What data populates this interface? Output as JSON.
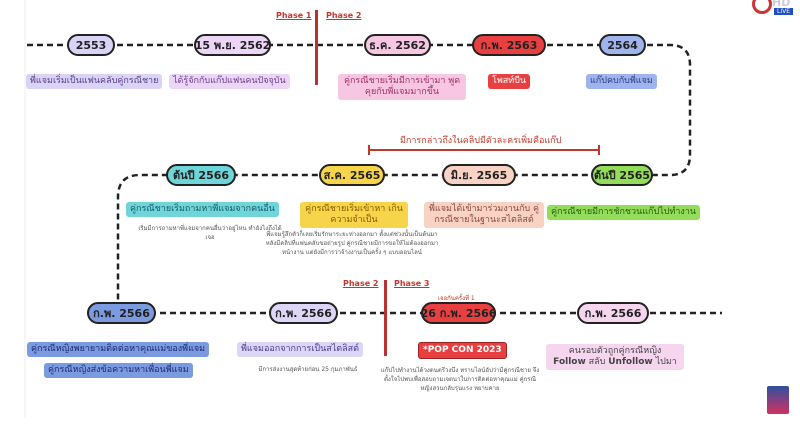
{
  "phases": {
    "p1": "Phase 1",
    "p2_top": "Phase 2",
    "p2_bottom": "Phase 2",
    "p3": "Phase 3"
  },
  "bracket_label": "มีการกล่าวถึงในคลิปมีตัวละครเพิ่มคือแก๊ป",
  "first_meet_label": "เจอกันครั้งที่ 1",
  "row1": [
    {
      "date": "2553",
      "label": "พี่แจมเริ่มเป็นแฟนคลับคู่กรณีชาย"
    },
    {
      "date": "15 พ.ย. 2562",
      "label": "ได้รู้จักกับแก๊ปแฟนคนปัจจุบัน"
    },
    {
      "date": "ธ.ค. 2562",
      "label": "คู่กรณีชายเริ่มมีการเข้ามา พูดคุยกับพี่แจมมากขึ้น"
    },
    {
      "date": "ก.พ. 2563",
      "label": "โพสท์บีน"
    },
    {
      "date": "2564",
      "label": "แก๊ปคบกับพี่แจม"
    }
  ],
  "row2": [
    {
      "date": "ต้นปี 2566",
      "label": "คู่กรณีชายเริ่มถามหาพี่แจมจากคนอื่น",
      "note": "เริ่มมีการถามหาพี่แจมจากคนอื่นว่าอยู่ไหน ทำยังไงถึงได้เจอ"
    },
    {
      "date": "ส.ค. 2565",
      "label": "คู่กรณีชายเริ่มเข้าหา เกินความจำเป็น",
      "note": "พี่แจมรู้สึกตัวก็เลยเริ่มรักษาระยะห่างออกมา ตั้งแต่ช่วงนั้นเป็นต้นมา หลังมีคลิปที่แฟนคลับขอถ่ายรูป คู่กรณีชายมีการขอให้ไม่ต้องออกมาหน้างาน แต่ยังมีการว่าจ้างงานเป็นครั้ง ๆ แบบออนไลน์"
    },
    {
      "date": "มิ.ย. 2565",
      "label": "พี่แจมได้เข้ามาร่วมงานกับ คู่กรณีชายในฐานะสไตลิสต์"
    },
    {
      "date": "ต้นปี 2565",
      "label": "คู่กรณีชายมีการชักชวนแก๊ปไปทำงาน"
    }
  ],
  "row3": [
    {
      "date": "ก.พ. 2566",
      "label": "คู่กรณีหญิงพยายามติดต่อหาคุณแม่ของพี่แจม",
      "label2": "คู่กรณีหญิงส่งข้อความหาเพื่อนพี่แจม"
    },
    {
      "date": "ก.พ. 2566",
      "label": "พี่แจมออกจากการเป็นสไตลิสต์",
      "note": "มีการส่งงานสุดท้ายก่อน 25 กุมภาพันธ์"
    },
    {
      "date": "26 ก.พ. 2566",
      "label": "*POP CON 2023",
      "note": "แก๊ปไปทำงานได้วงดนตรีวงนึง ทราบไลน์อัปว่ามีคู่กรณีชาย จึงตั้งใจไปพบเพื่อสอบถามเจตนาในการติดต่อหาคุณแม่ คู่กรณีหญิงสวนกลับรุนแรง หยาบคาย"
    },
    {
      "date": "ก.พ. 2566",
      "label": "คนรอบตัวถูกคู่กรณีหญิง",
      "label_b1": "Follow",
      "label_mid": " สลับ ",
      "label_b2": "Unfollow",
      "label_end": " ไปมา"
    }
  ],
  "channel_logo": {
    "text": "HD",
    "badge": "LIVE"
  },
  "colors": {
    "red": "#e84040",
    "phase": "#b83232"
  }
}
